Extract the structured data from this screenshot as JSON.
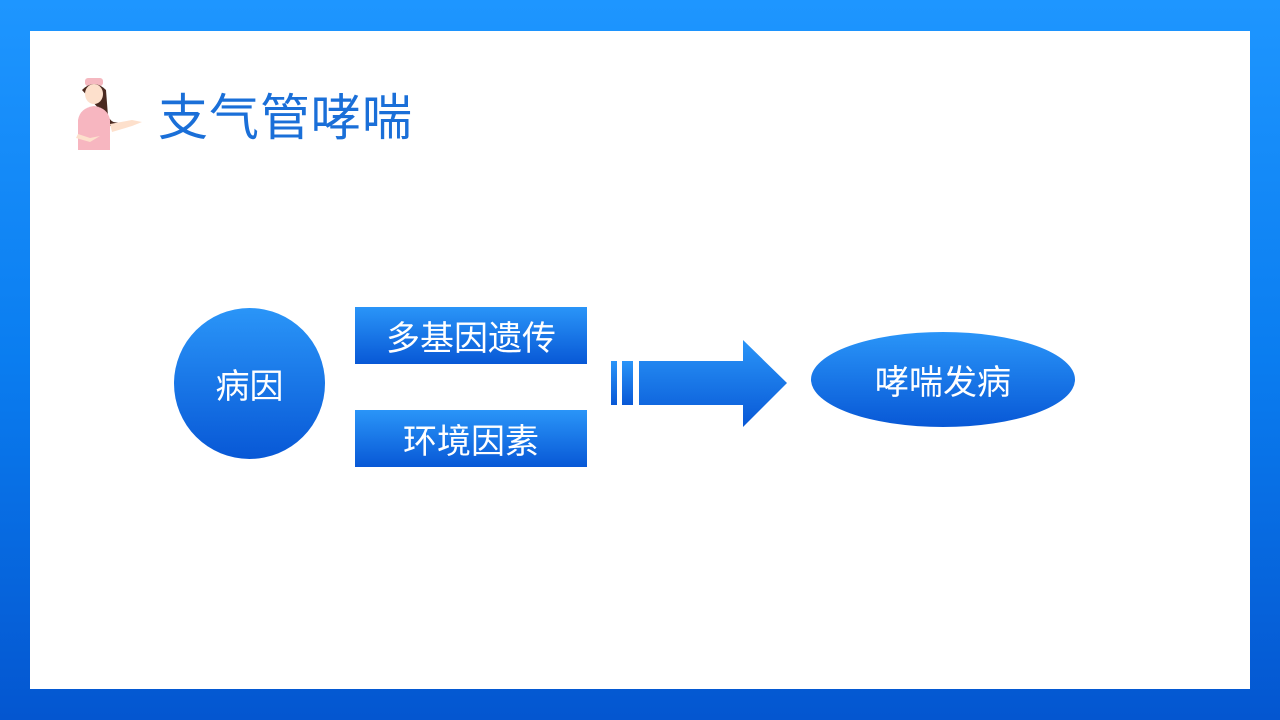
{
  "title": "支气管哮喘",
  "cause": "病因",
  "factors": [
    "多基因遗传",
    "环境因素"
  ],
  "result": "哮喘发病",
  "colors": {
    "accent": "#1a6fd8",
    "shape_top": "#2a95f8",
    "shape_bottom": "#0858d6"
  }
}
